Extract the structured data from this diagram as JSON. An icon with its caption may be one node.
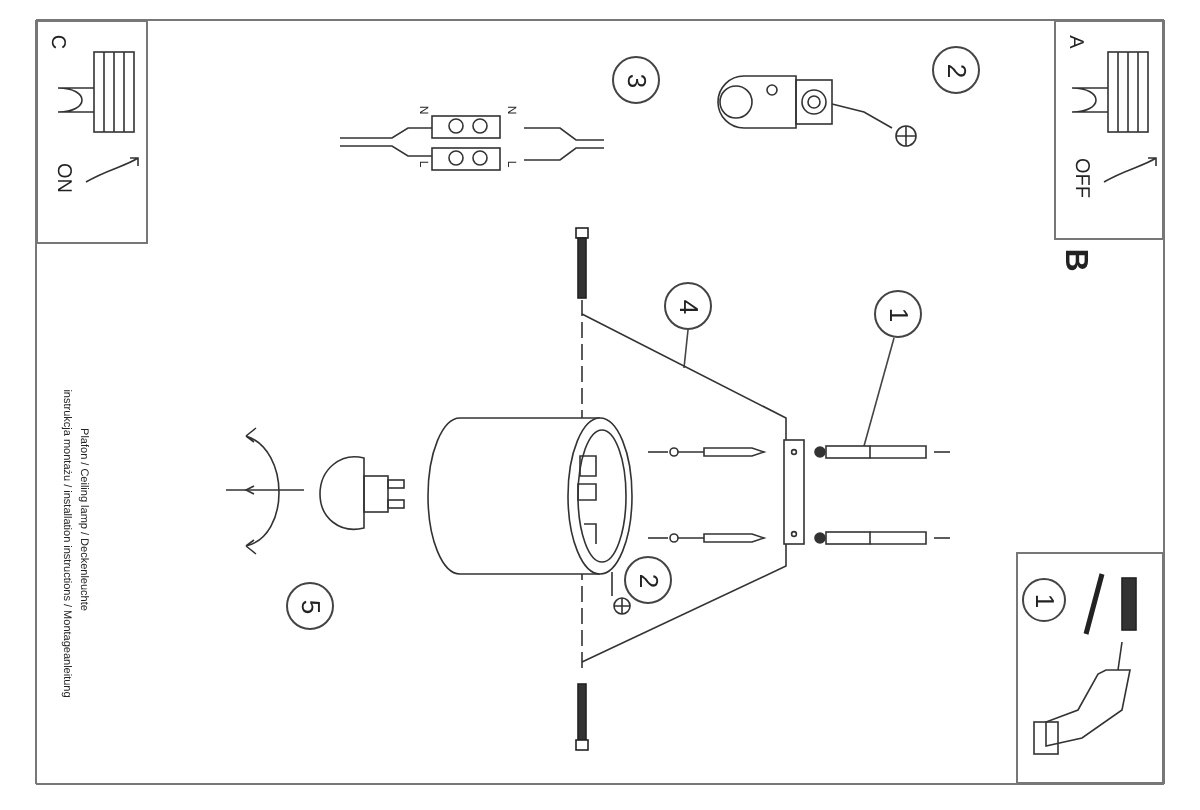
{
  "diagram": {
    "nodes": [
      {
        "text": [
          "C",
          "ON"
        ]
      },
      {
        "text": [
          "A",
          "OFF"
        ]
      },
      {
        "text": [],
        "shape": "box"
      },
      {
        "text": [
          "1"
        ],
        "in": 2
      },
      {
        "text": [
          "3"
        ]
      },
      {
        "text": [
          "2"
        ]
      },
      {
        "text": [
          "4"
        ]
      },
      {
        "text": [
          "1"
        ]
      },
      {
        "text": [
          "2"
        ]
      },
      {
        "text": [
          "5"
        ]
      }
    ],
    "edges": [
      {
        "from": 6,
        "to": null,
        "arrow": "none"
      },
      {
        "from": 7,
        "to": null,
        "arrow": "none"
      }
    ],
    "labels": [
      "N",
      "N",
      "L",
      "L",
      "B",
      "instrukcja montażu / installation instructions / Montageanleitung",
      "Plafon / Ceiling lamp / Deckenleuchte"
    ]
  }
}
